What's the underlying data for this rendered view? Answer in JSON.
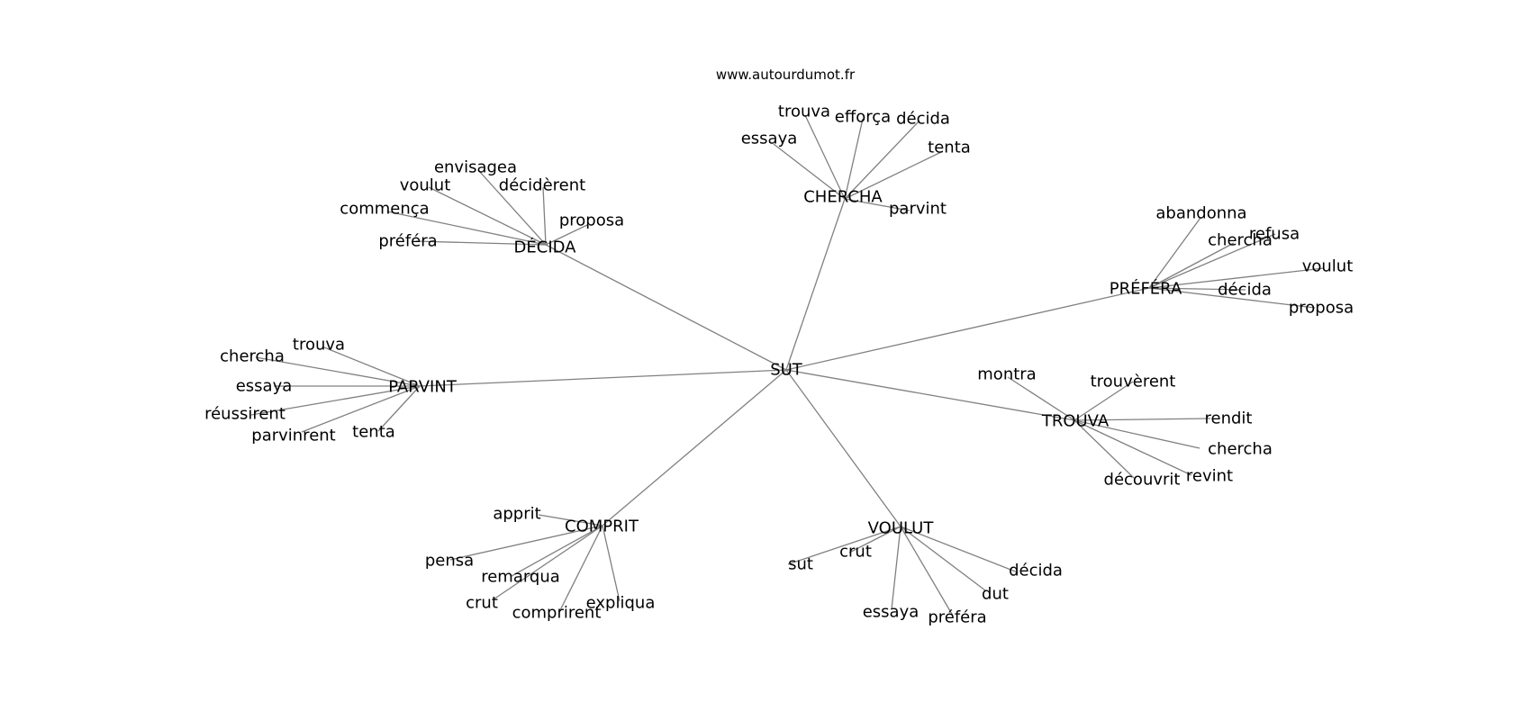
{
  "watermark": "www.autourdumot.fr",
  "graph": {
    "center": "SUT",
    "clusters": [
      {
        "hub": "CHERCHA",
        "leaves": [
          "trouva",
          "efforça",
          "décida",
          "essaya",
          "tenta",
          "parvint"
        ]
      },
      {
        "hub": "DÉCIDA",
        "leaves": [
          "envisagea",
          "voulut",
          "décidèrent",
          "commença",
          "proposa",
          "préféra"
        ]
      },
      {
        "hub": "PRÉFÉRA",
        "leaves": [
          "abandonna",
          "chercha",
          "refusa",
          "voulut",
          "décida",
          "proposa"
        ]
      },
      {
        "hub": "PARVINT",
        "leaves": [
          "trouva",
          "chercha",
          "essaya",
          "réussirent",
          "parvinrent",
          "tenta"
        ]
      },
      {
        "hub": "TROUVA",
        "leaves": [
          "montra",
          "trouvèrent",
          "rendit",
          "chercha",
          "découvrit",
          "revint"
        ]
      },
      {
        "hub": "COMPRIT",
        "leaves": [
          "apprit",
          "pensa",
          "remarqua",
          "crut",
          "comprirent",
          "expliqua"
        ]
      },
      {
        "hub": "VOULUT",
        "leaves": [
          "crut",
          "sut",
          "décida",
          "dut",
          "essaya",
          "préféra"
        ]
      }
    ]
  }
}
